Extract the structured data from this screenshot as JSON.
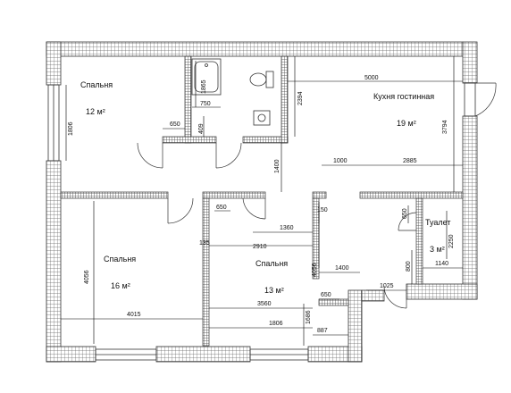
{
  "rooms": [
    {
      "name": "Спальня",
      "area": "12 м²"
    },
    {
      "name": "Кухня гостинная",
      "area": "19 м²"
    },
    {
      "name": "Спальня",
      "area": "16 м²"
    },
    {
      "name": "Спальня",
      "area": "13 м²"
    },
    {
      "name": "Туалет",
      "area": "3 м²"
    }
  ],
  "dimensions": {
    "d5000": "5000",
    "d3794": "3794",
    "d2394": "2394",
    "d1865": "1865",
    "d750": "750",
    "d409": "409",
    "d650a": "650",
    "d1806a": "1806",
    "d1400a": "1400",
    "d1000": "1000",
    "d2885": "2885",
    "d650b": "650",
    "d650c": "650",
    "d2250": "2250",
    "d1140": "1140",
    "d800": "800",
    "d1025": "1025",
    "d1360": "1360",
    "d150": "150",
    "d135": "135",
    "d2910": "2910",
    "d1400b": "1400",
    "d4056a": "4056",
    "d4056b": "4056",
    "d4015": "4015",
    "d3560": "3560",
    "d650d": "650",
    "d1806b": "1806",
    "d1686": "1686",
    "d887": "887"
  },
  "colors": {
    "wall_line": "#333333",
    "hatch": "#555555",
    "dim_line": "#000000"
  }
}
